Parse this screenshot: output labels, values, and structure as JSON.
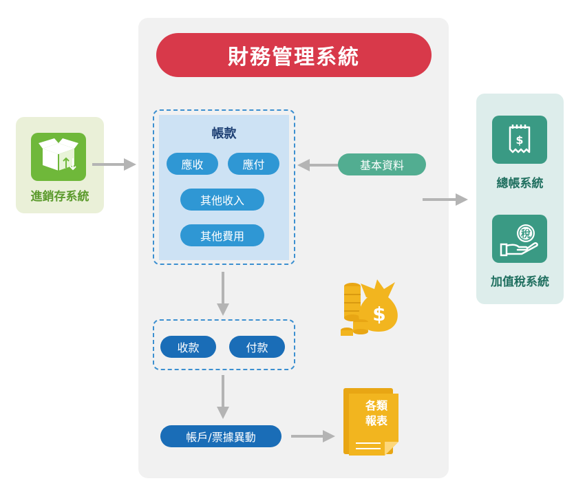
{
  "title": "財務管理系統",
  "inventory": {
    "label": "進銷存系統"
  },
  "accounts": {
    "heading": "帳款",
    "receivable": "應收",
    "payable": "應付",
    "other_income": "其他收入",
    "other_expense": "其他費用"
  },
  "basic_data": "基本資料",
  "payments": {
    "collect": "收款",
    "pay": "付款"
  },
  "account_change": "帳戶/票據異動",
  "reports": {
    "line1": "各類",
    "line2": "報表"
  },
  "ledger": {
    "label": "總帳系統"
  },
  "vat": {
    "label": "加值稅系統",
    "icon_char": "稅"
  },
  "colors": {
    "title": "#d8394a",
    "inventory": "#6fb83a",
    "accounts_pill": "#2f97d4",
    "payment_pill": "#1a6db7",
    "basic_pill": "#52ad91",
    "teal_icon": "#3a9a84",
    "gold": "#f2b51f"
  }
}
